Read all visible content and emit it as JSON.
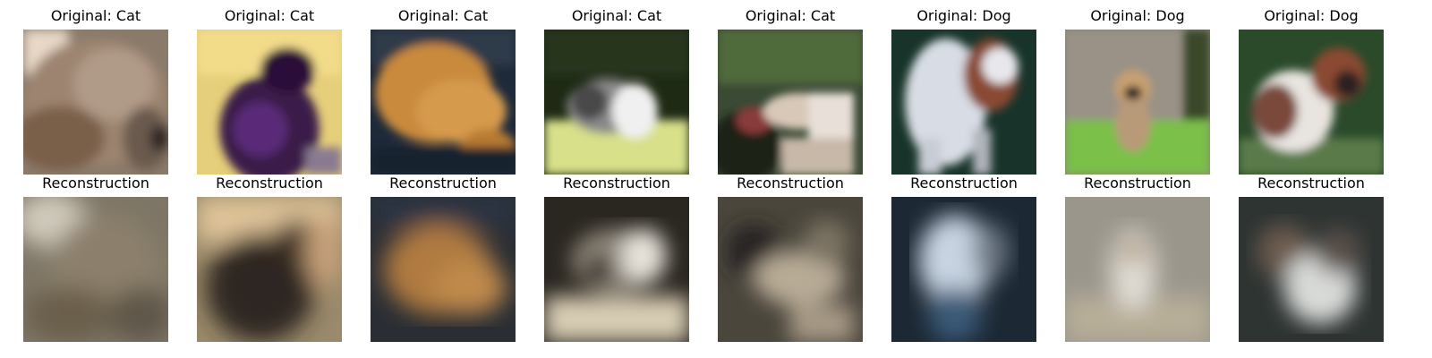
{
  "figure": {
    "originals": [
      {
        "title": "Original: Cat",
        "label": "Cat"
      },
      {
        "title": "Original: Cat",
        "label": "Cat"
      },
      {
        "title": "Original: Cat",
        "label": "Cat"
      },
      {
        "title": "Original: Cat",
        "label": "Cat"
      },
      {
        "title": "Original: Cat",
        "label": "Cat"
      },
      {
        "title": "Original: Dog",
        "label": "Dog"
      },
      {
        "title": "Original: Dog",
        "label": "Dog"
      },
      {
        "title": "Original: Dog",
        "label": "Dog"
      }
    ],
    "reconstructions": [
      {
        "title": "Reconstruction"
      },
      {
        "title": "Reconstruction"
      },
      {
        "title": "Reconstruction"
      },
      {
        "title": "Reconstruction"
      },
      {
        "title": "Reconstruction"
      },
      {
        "title": "Reconstruction"
      },
      {
        "title": "Reconstruction"
      },
      {
        "title": "Reconstruction"
      }
    ]
  }
}
